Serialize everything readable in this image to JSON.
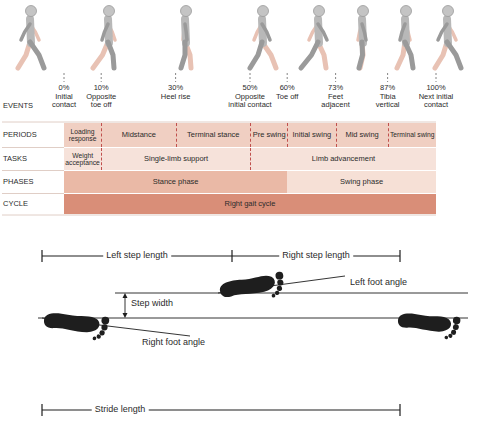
{
  "diagram": {
    "nodes": [
      {
        "text": [
          "Loading response"
        ]
      },
      {
        "text": [
          "Midstance"
        ]
      },
      {
        "text": [
          "Terminal stance"
        ]
      },
      {
        "text": [
          "Pre swing"
        ]
      },
      {
        "text": [
          "Initial swing"
        ]
      },
      {
        "text": [
          "Mid swing"
        ]
      },
      {
        "text": [
          "Terminal swing"
        ]
      },
      {
        "text": [
          "Weight acceptance"
        ]
      },
      {
        "text": [
          "Single-limb support"
        ]
      },
      {
        "text": [
          "Limb advancement"
        ]
      },
      {
        "text": [
          "Stance phase"
        ]
      },
      {
        "text": [
          "Swing phase"
        ]
      },
      {
        "text": [
          "Right gait cycle"
        ]
      }
    ],
    "labels": [
      "0%",
      "10%",
      "30%",
      "50%",
      "60%",
      "73%",
      "87%",
      "100%",
      "Initial contact",
      "Opposite toe off",
      "Heel rise",
      "Opposite initial contact",
      "Toe off",
      "Feet adjacent",
      "Tibia vertical",
      "Next initial contact",
      "EVENTS",
      "PERIODS",
      "TASKS",
      "PHASES",
      "CYCLE",
      "Left step length",
      "Right step length",
      "Step width",
      "Left foot angle",
      "Right foot angle",
      "Stride length"
    ]
  }
}
